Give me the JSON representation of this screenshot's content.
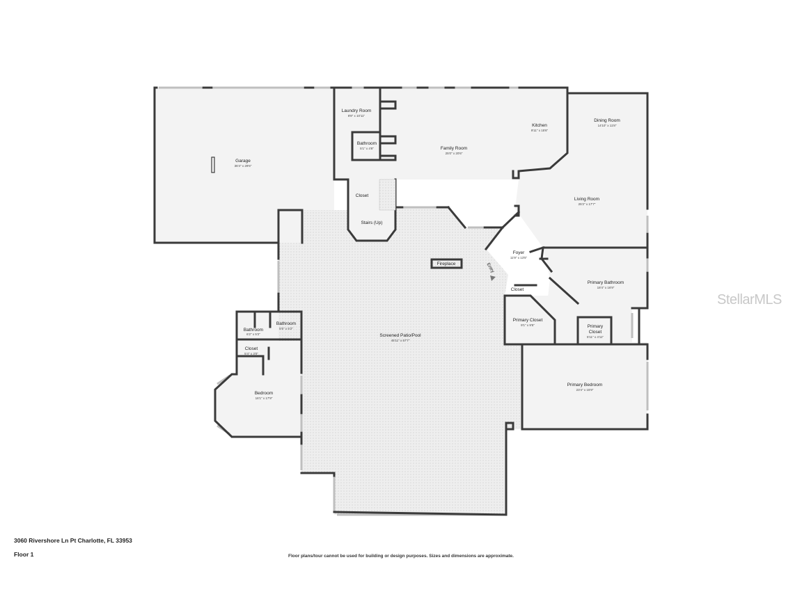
{
  "rooms": {
    "garage": {
      "name": "Garage",
      "dims": "36'4\" x 29'6\""
    },
    "laundry": {
      "name": "Laundry Room",
      "dims": "8'8\" x 10'11\""
    },
    "bath_main": {
      "name": "Bathroom",
      "dims": "5'1\" x 4'8\""
    },
    "family": {
      "name": "Family Room",
      "dims": "25'0\" x 20'6\""
    },
    "kitchen": {
      "name": "Kitchen",
      "dims": "9'11\" x 15'6\""
    },
    "dining": {
      "name": "Dining Room",
      "dims": "14'10\" x 11'8\""
    },
    "living": {
      "name": "Living Room",
      "dims": "25'2\" x 17'7\""
    },
    "closet_stairs": {
      "name": "Closet"
    },
    "stairs": {
      "name": "Stairs (Up)"
    },
    "fireplace": {
      "name": "Fireplace"
    },
    "foyer": {
      "name": "Foyer",
      "dims": "11'9\" x 13'5\""
    },
    "entry": {
      "name": "Entry"
    },
    "closet_foyer": {
      "name": "Closet"
    },
    "primary_bath": {
      "name": "Primary Bathroom",
      "dims": "18'4\" x 16'9\""
    },
    "primary_closet_a": {
      "name": "Primary Closet",
      "dims": "9'1\" x 9'5\""
    },
    "primary_closet_b": {
      "name": "Primary Closet",
      "dims": "5'11\" x 4'11\""
    },
    "primary_bed": {
      "name": "Primary Bedroom",
      "dims": "23'4\" x 15'9\""
    },
    "patio": {
      "name": "Screened Patio/Pool",
      "dims": "45'11\" x 57'7\""
    },
    "bath_a": {
      "name": "Bathroom",
      "dims": "6'2\" x 5'2\""
    },
    "bath_b": {
      "name": "Bathroom",
      "dims": "5'5\" x 5'2\""
    },
    "closet_bed": {
      "name": "Closet",
      "dims": "5'4\" x 3'0\""
    },
    "bedroom": {
      "name": "Bedroom",
      "dims": "16'1\" x 17'9\""
    }
  },
  "footer": {
    "address": "3060 Rivershore Ln Pt Charlotte, FL 33953",
    "floor": "Floor 1",
    "disclaimer": "Floor plans/tour cannot be used for building or design purposes. Sizes and dimensions are approximate."
  },
  "watermark": "StellarMLS",
  "colors": {
    "wall": "#3a3a3a",
    "room_fill": "#f3f3f3",
    "window": "#bfbfbf"
  }
}
